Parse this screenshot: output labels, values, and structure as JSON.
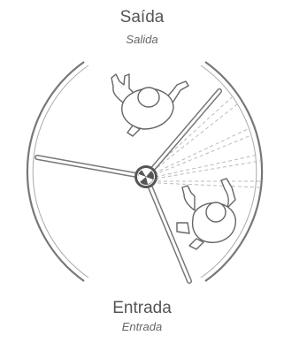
{
  "exit": {
    "label": "Saída",
    "sublabel": "Salida"
  },
  "entry": {
    "label": "Entrada",
    "sublabel": "Entrada"
  },
  "colors": {
    "text": "#555555",
    "line": "#777777",
    "arm_fill": "#ffffff",
    "hub": "#555555",
    "dashed": "#bbbbbb"
  },
  "icons": {
    "exit_person": "person-walking-away-icon",
    "entry_person": "person-walking-through-icon",
    "turnstile_hub": "turnstile-hub-icon"
  }
}
